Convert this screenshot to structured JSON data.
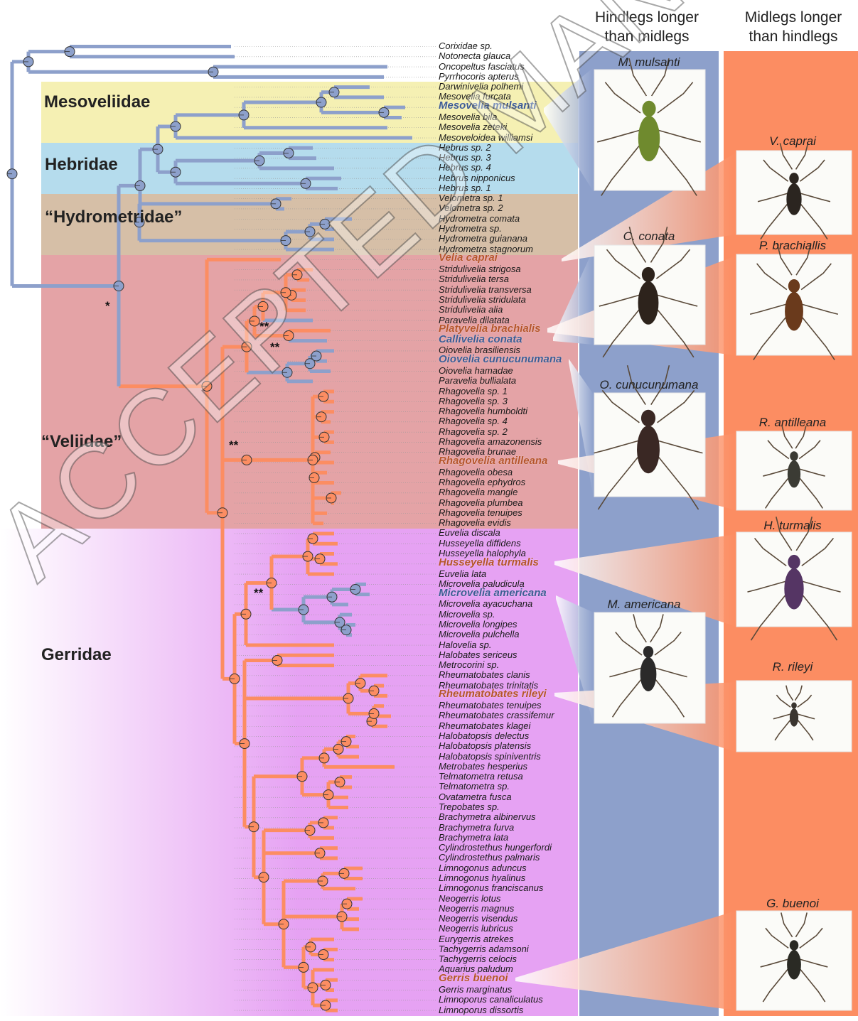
{
  "column_headers": {
    "hind": "Hindlegs longer\nthan midlegs",
    "mid": "Midlegs longer\nthan hindlegs"
  },
  "families": {
    "mesoveliidae": "Mesoveliidae",
    "hebridae": "Hebridae",
    "hydrometridae": "“Hydrometridae”",
    "veliidae": "“Veliidae”",
    "gerridae": "Gerridae"
  },
  "colors": {
    "hind_state": "#8da0cb",
    "mid_state": "#fc8d62",
    "mesoveliidae_band": "#f5f0b3",
    "hebridae_band": "#b5dced",
    "hydrometridae_band": "#d6bfa7",
    "veliidae_band": "#e4a3a6",
    "gerridae_band": "#e6a2f3"
  },
  "taxa": [
    "Corixidae sp.",
    "Notonecta glauca",
    "Oncopeltus fasciatus",
    "Pyrrhocoris apterus",
    "Darwinivelia polhemi",
    "Mesovelia furcata",
    "Mesovelia mulsanti",
    "Mesovelia bila",
    "Mesovelia zeteki",
    "Mesoveloidea williamsi",
    "Hebrus sp. 2",
    "Hebrus sp. 3",
    "Hebrus sp. 4",
    "Hebrus nipponicus",
    "Hebrus sp. 1",
    "Velometra sp. 1",
    "Velometra sp. 2",
    "Hydrometra comata",
    "Hydrometra sp.",
    "Hydrometra guianana",
    "Hydrometra stagnorum",
    "Velia caprai",
    "Stridulivelia strigosa",
    "Stridulivelia tersa",
    "Stridulivelia transversa",
    "Stridulivelia stridulata",
    "Stridulivelia alia",
    "Paravelia dilatata",
    "Platyvelia brachialis",
    "Callivelia conata",
    "Oiovelia brasiliensis",
    "Oiovelia cunucunumana",
    "Oiovelia hamadae",
    "Paravelia bullialata",
    "Rhagovelia sp. 1",
    "Rhagovelia sp. 3",
    "Rhagovelia humboldti",
    "Rhagovelia sp. 4",
    "Rhagovelia sp. 2",
    "Rhagovelia amazonensis",
    "Rhagovelia brunae",
    "Rhagovelia antilleana",
    "Rhagovelia obesa",
    "Rhagovelia ephydros",
    "Rhagovelia mangle",
    "Rhagovelia plumbea",
    "Rhagovelia tenuipes",
    "Rhagovelia evidis",
    "Euvelia discala",
    "Husseyella diffidens",
    "Husseyella halophyla",
    "Husseyella turmalis",
    "Euvelia lata",
    "Microvelia paludicula",
    "Microvelia americana",
    "Microvelia ayacuchana",
    "Microvelia sp.",
    "Microvelia longipes",
    "Microvelia pulchella",
    "Halovelia sp.",
    "Halobates sericeus",
    "Metrocorini sp.",
    "Rheumatobates clanis",
    "Rheumatobates trinitatis",
    "Rheumatobates rileyi",
    "Rheumatobates tenuipes",
    "Rheumatobates crassifemur",
    "Rheumatobates klagei",
    "Halobatopsis delectus",
    "Halobatopsis platensis",
    "Halobatopsis spiniventris",
    "Metrobates hesperius",
    "Telmatometra retusa",
    "Telmatometra sp.",
    "Ovatametra fusca",
    "Trepobates sp.",
    "Brachymetra albinervus",
    "Brachymetra furva",
    "Brachymetra lata",
    "Cylindrostethus hungerfordi",
    "Cylindrostethus palmaris",
    "Limnogonus aduncus",
    "Limnogonus hyalinus",
    "Limnogonus franciscanus",
    "Neogerris lotus",
    "Neogerris magnus",
    "Neogerris visendus",
    "Neogerris lubricus",
    "Eurygerris atrekes",
    "Tachygerris adamsoni",
    "Tachygerris celocis",
    "Aquarius paludum",
    "Gerris buenoi",
    "Gerris marginatus",
    "Limnoporus canaliculatus",
    "Limnoporus dissortis"
  ],
  "highlighted": {
    "Mesovelia mulsanti": "blue",
    "Velia caprai": "orange",
    "Platyvelia brachialis": "orange",
    "Callivelia conata": "blue",
    "Oiovelia cunucunumana": "blue",
    "Rhagovelia antilleana": "orange",
    "Husseyella turmalis": "orange",
    "Microvelia americana": "blue",
    "Rheumatobates rileyi": "orange",
    "Gerris buenoi": "orange"
  },
  "blue_panel_species": [
    "M. mulsanti",
    "C. conata",
    "O. cunucunumana",
    "M. americana"
  ],
  "orange_panel_species": [
    "V. caprai",
    "P. brachiallis",
    "R. antilleana",
    "H. turmalis",
    "R. rileyi",
    "G. buenoi"
  ],
  "significance_marks": {
    "single": "*",
    "double": "**"
  },
  "watermark": "ACCEPTED MANUSCRIPT"
}
